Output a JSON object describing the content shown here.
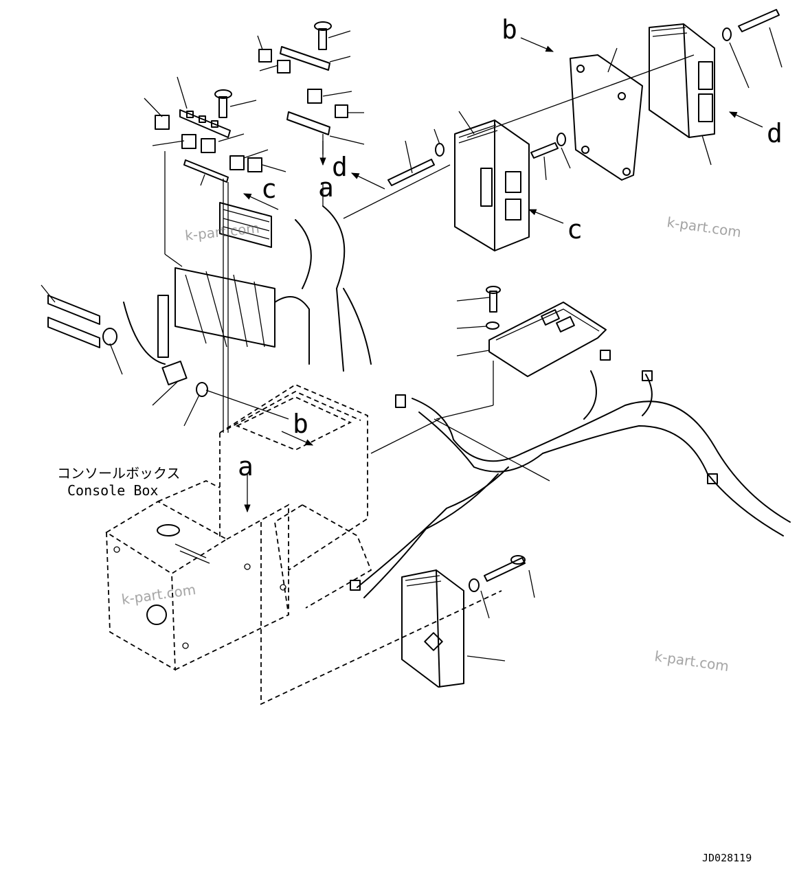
{
  "diagram": {
    "background": "#ffffff",
    "ink": "#000000",
    "view_arrows": [
      {
        "letter": "a",
        "where": "below relay bracket"
      },
      {
        "letter": "a",
        "where": "console box top"
      },
      {
        "letter": "b",
        "where": "mounting plate"
      },
      {
        "letter": "b",
        "where": "console box opening"
      },
      {
        "letter": "c",
        "where": "fuse block"
      },
      {
        "letter": "c",
        "where": "controller side"
      },
      {
        "letter": "d",
        "where": "controller bolt"
      },
      {
        "letter": "d",
        "where": "right controller"
      }
    ],
    "console_label_jp": "コンソールボックス",
    "console_label_en": "Console Box",
    "watermarks": [
      "k-part.com",
      "k-part.com",
      "k-part.com",
      "k-part.com"
    ],
    "drawing_id": "JD028119"
  }
}
